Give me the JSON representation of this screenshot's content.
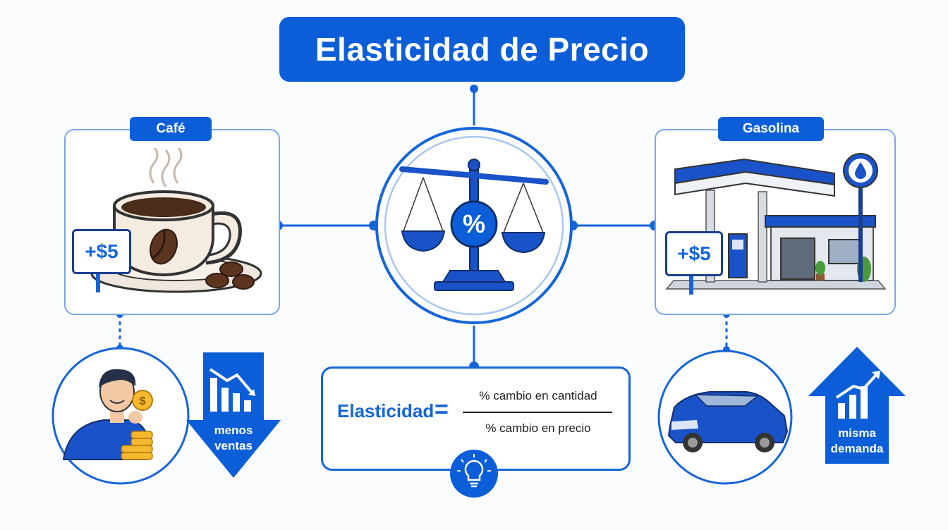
{
  "title": "Elasticidad de Precio",
  "left_panel": {
    "label": "Café",
    "price_tag": "+$5"
  },
  "right_panel": {
    "label": "Gasolina",
    "price_tag": "+$5"
  },
  "center": {
    "symbol": "%"
  },
  "left_result": {
    "line1": "menos",
    "line2": "ventas"
  },
  "right_result": {
    "line1": "misma",
    "line2": "demanda"
  },
  "formula": {
    "label": "Elasticidad",
    "equals": "=",
    "numerator": "% cambio en cantidad",
    "denominator": "% cambio en precio"
  },
  "colors": {
    "primary": "#0b5ed7",
    "light": "#7aa7ea",
    "dark": "#1a3f8f"
  }
}
